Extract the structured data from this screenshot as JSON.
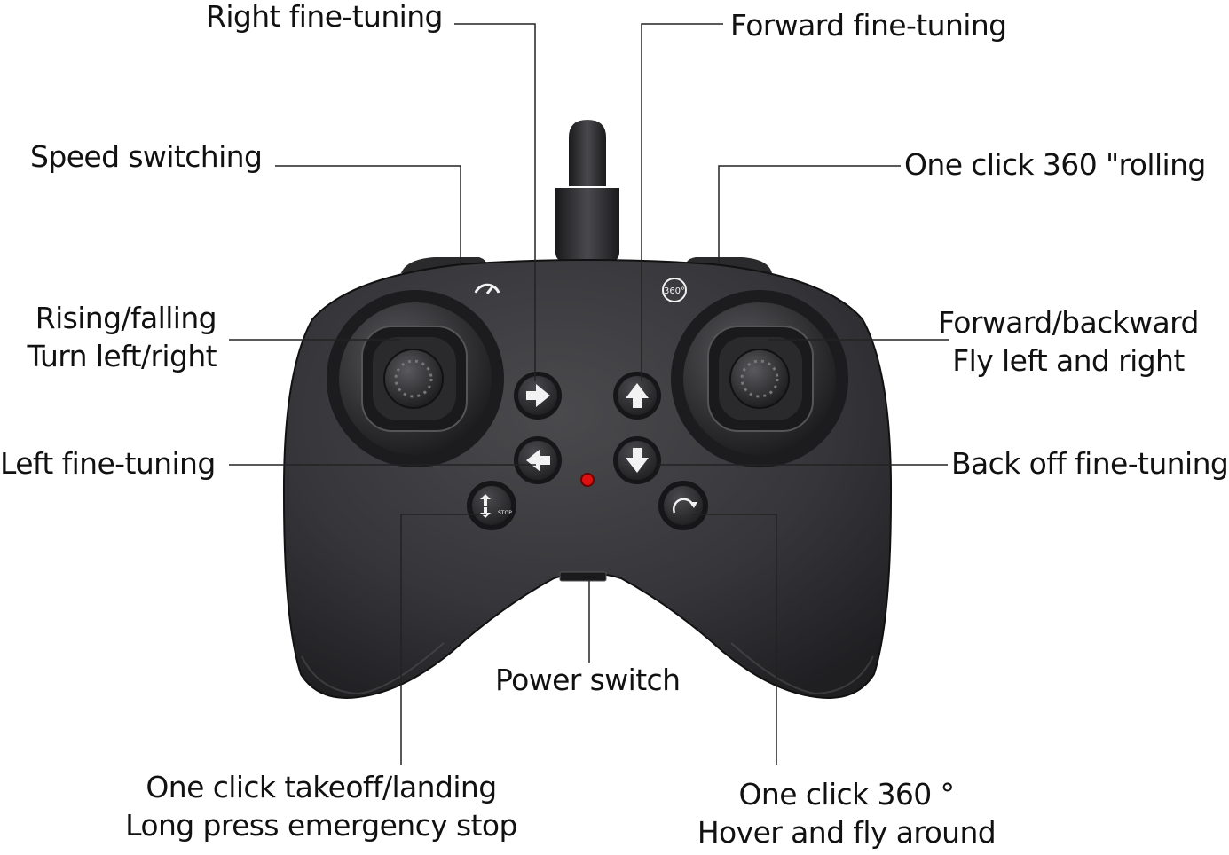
{
  "labels": {
    "right_fine_tuning": "Right fine-tuning",
    "forward_fine_tuning": "Forward fine-tuning",
    "speed_switching": "Speed switching",
    "one_click_360_rolling": "One click 360 \"rolling",
    "rising_falling": "Rising/falling",
    "turn_left_right": "Turn left/right",
    "forward_backward": "Forward/backward",
    "fly_left_right": "Fly left and right",
    "left_fine_tuning": "Left fine-tuning",
    "back_off_fine_tuning": "Back off fine-tuning",
    "power_switch": "Power switch",
    "takeoff_landing": "One click takeoff/landing",
    "emergency_stop": "Long press emergency stop",
    "one_click_360": "One click 360 °",
    "hover_fly_around": "Hover and fly around"
  },
  "icons": {
    "speed_icon": "speedometer-icon",
    "rolling_icon_text": "360°",
    "takeoff_icon_text": "STOP"
  },
  "colors": {
    "controller_body": "#3a3a3c",
    "controller_dark": "#1e1e20",
    "button_face": "#2c2c2e",
    "arrow": "#f2f2f2",
    "led": "#e01010",
    "leader_line": "#222222"
  }
}
